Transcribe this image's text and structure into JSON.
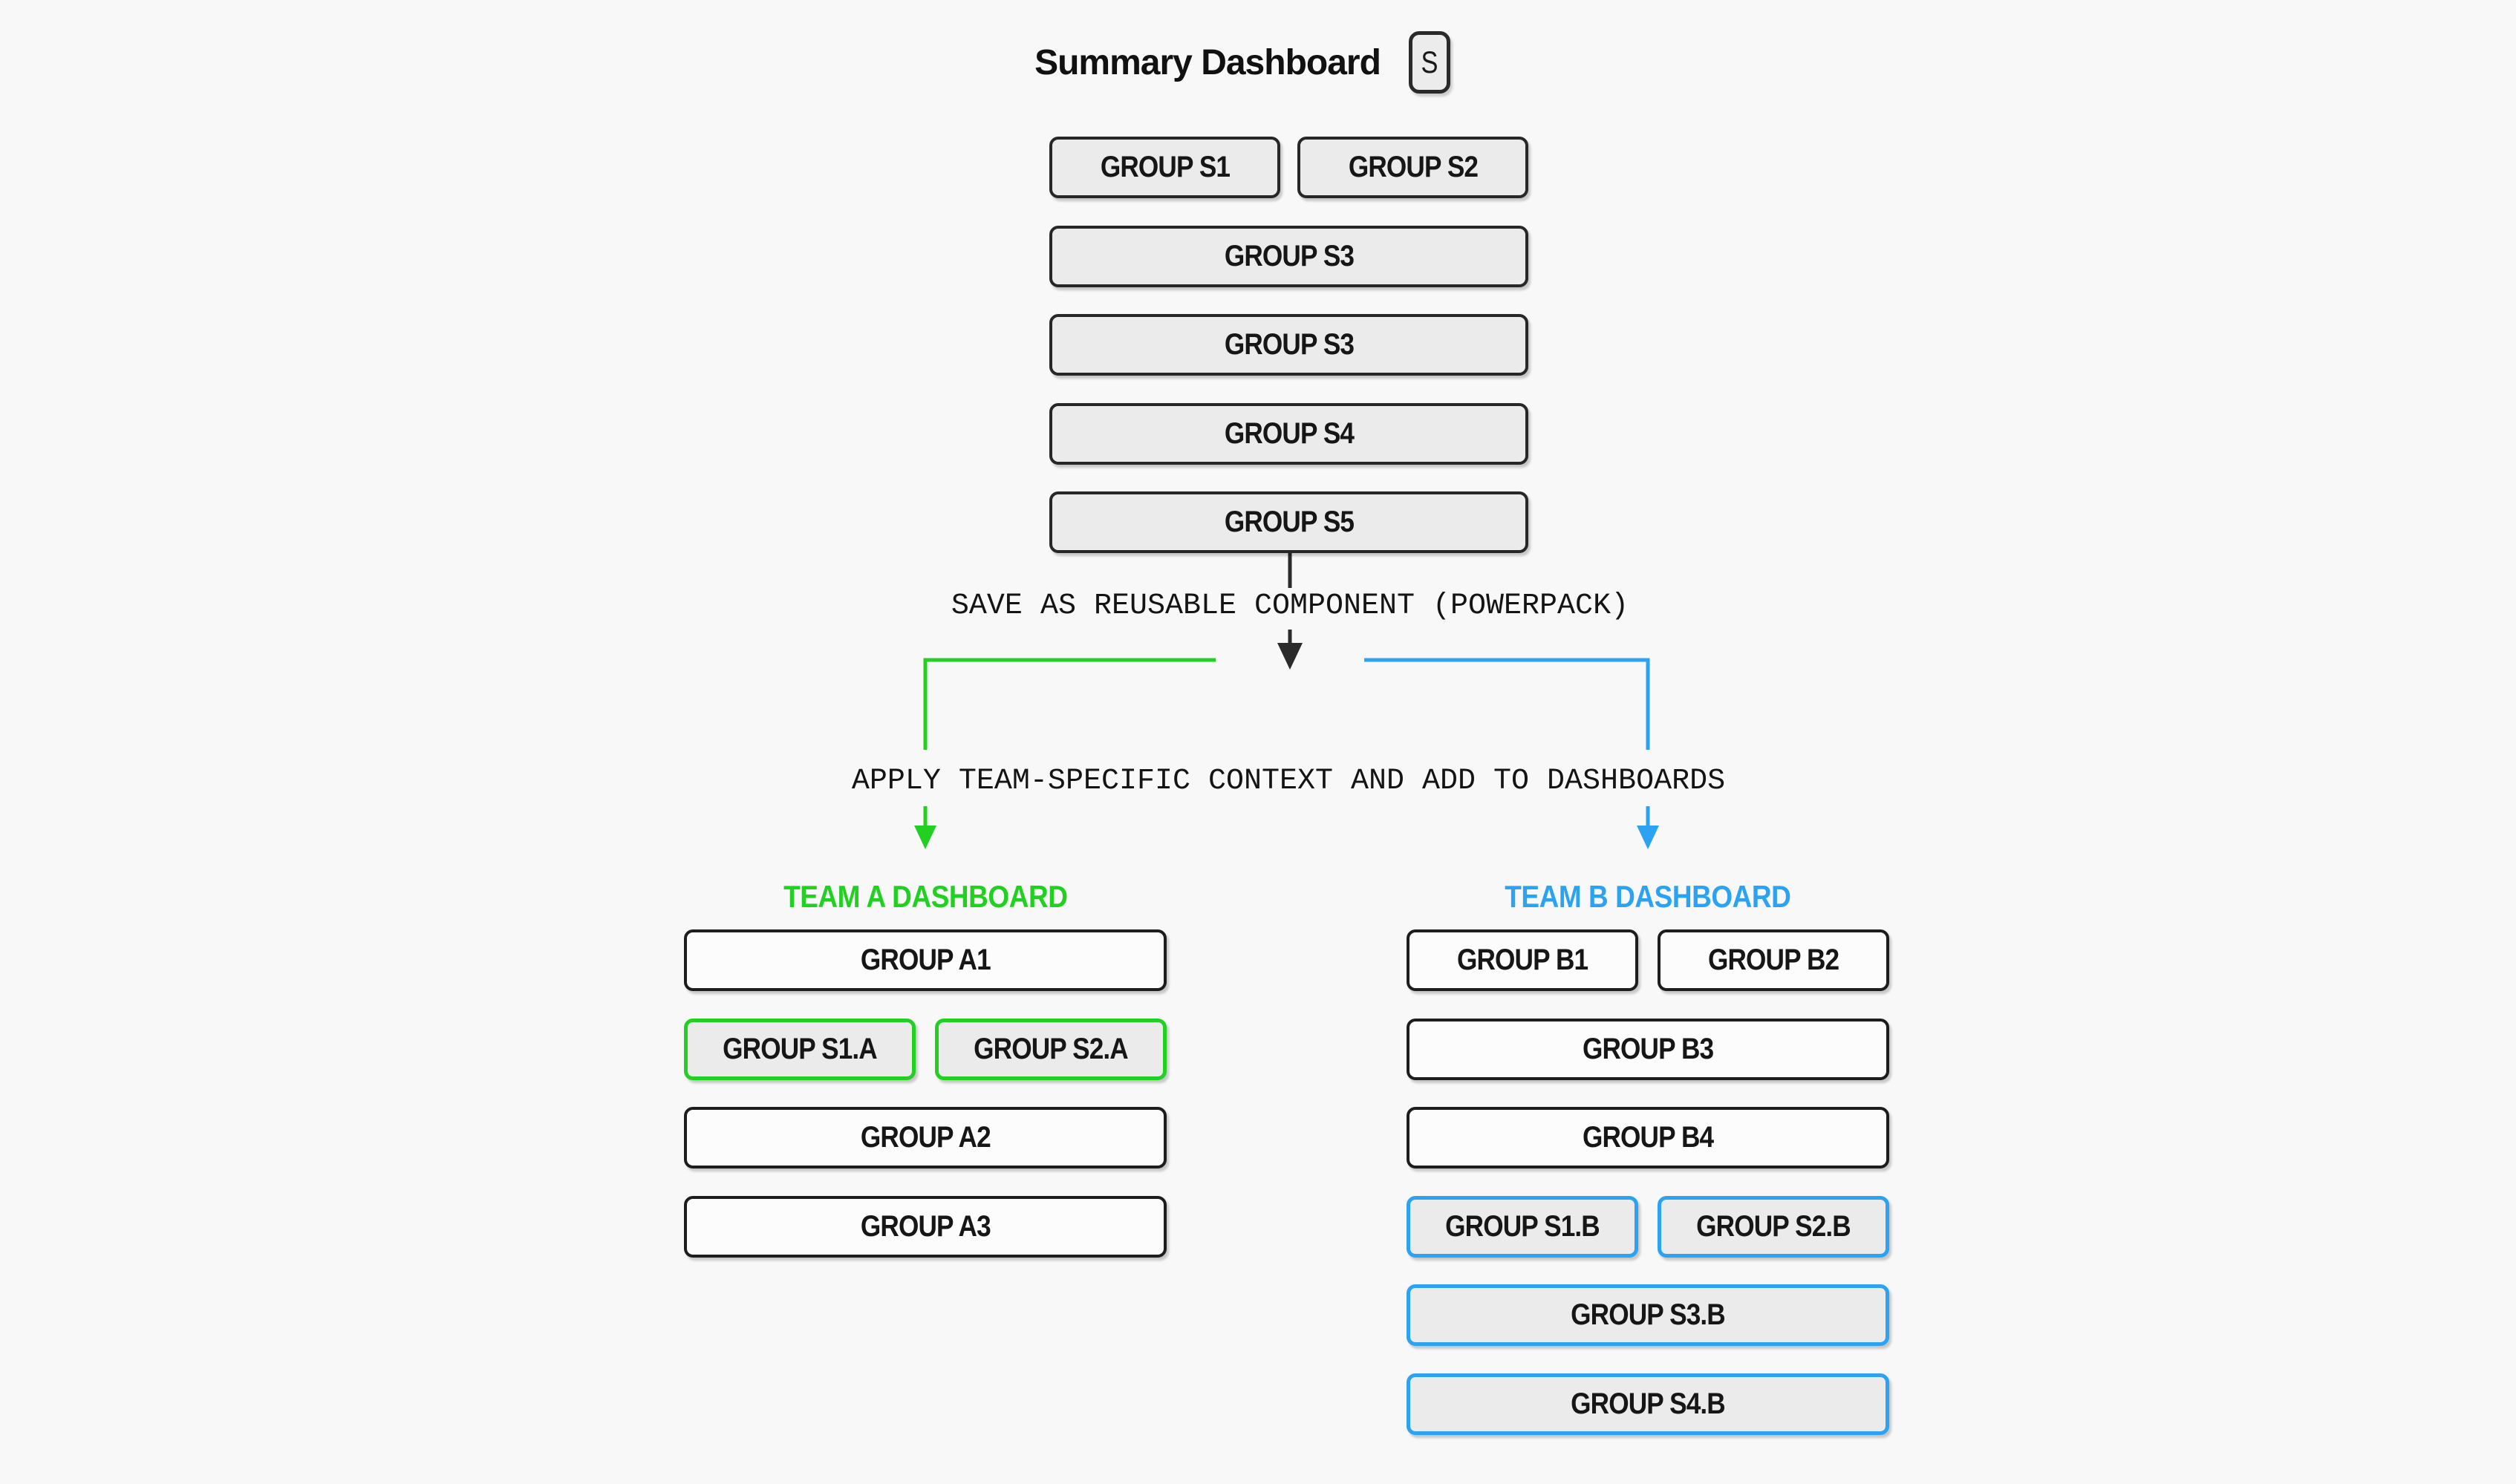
{
  "colors": {
    "background": "#f8f8f8",
    "box_gray_fill": "#ebebeb",
    "box_light_fill": "#fcfcfc",
    "dark_stroke": "#272727",
    "team_a_green": "#22d022",
    "team_b_blue": "#2ba3f2"
  },
  "summary": {
    "title": "Summary Dashboard",
    "badge": "S",
    "boxes": [
      {
        "label": "GROUP S1"
      },
      {
        "label": "GROUP S2"
      },
      {
        "label": "GROUP S3"
      },
      {
        "label": "GROUP S3"
      },
      {
        "label": "GROUP S4"
      },
      {
        "label": "GROUP S5"
      }
    ]
  },
  "flow": {
    "step1": "SAVE AS REUSABLE COMPONENT (POWERPACK)",
    "step2": "APPLY TEAM-SPECIFIC CONTEXT AND ADD TO DASHBOARDS"
  },
  "team_a": {
    "title": "TEAM A DASHBOARD",
    "boxes": [
      {
        "label": "GROUP A1"
      },
      {
        "label": "GROUP S1.A"
      },
      {
        "label": "GROUP S2.A"
      },
      {
        "label": "GROUP A2"
      },
      {
        "label": "GROUP A3"
      }
    ]
  },
  "team_b": {
    "title": "TEAM B DASHBOARD",
    "boxes": [
      {
        "label": "GROUP B1"
      },
      {
        "label": "GROUP B2"
      },
      {
        "label": "GROUP B3"
      },
      {
        "label": "GROUP B4"
      },
      {
        "label": "GROUP S1.B"
      },
      {
        "label": "GROUP S2.B"
      },
      {
        "label": "GROUP S3.B"
      },
      {
        "label": "GROUP S4.B"
      }
    ]
  }
}
